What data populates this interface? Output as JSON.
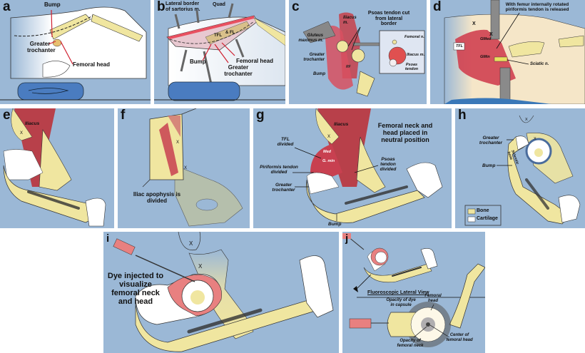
{
  "figure": {
    "colors": {
      "panel_bg": "#9bb8d6",
      "bone": "#f0e6a0",
      "cartilage": "#ffffff",
      "muscle": "#c8404a",
      "dye": "#e88080",
      "label_line": "#d02030",
      "bump_pad": "#4a7cc0"
    },
    "panels": [
      {
        "id": "a",
        "label": "a",
        "annotations": [
          "Bump",
          "Greater trochanter",
          "Femoral head"
        ]
      },
      {
        "id": "b",
        "label": "b",
        "annotations": [
          "Lateral border of sartorius m.",
          "Quad",
          "TFL",
          "& FL",
          "Bump",
          "Femoral head",
          "Greater trochanter"
        ]
      },
      {
        "id": "c",
        "label": "c",
        "annotations": [
          "Psoas tendon cut from lateral border",
          "Iliacus m.",
          "Gluteus maximus m.",
          "Greater trochanter",
          "Bump",
          "RF"
        ],
        "inset": {
          "items": [
            "Femoral n.",
            "Iliacus m.",
            "Psoas tendon"
          ]
        }
      },
      {
        "id": "d",
        "label": "d",
        "annotations": [
          "With femur internally rotated piriformis tendon is released",
          "X",
          "X",
          "GMed",
          "TFL",
          "GMin",
          "Sciatic n."
        ]
      },
      {
        "id": "e",
        "label": "e",
        "annotations": [
          "Iliacus",
          "X"
        ]
      },
      {
        "id": "f",
        "label": "f",
        "annotations": [
          "Iliac apophysis is divided",
          "X",
          "X"
        ]
      },
      {
        "id": "g",
        "label": "g",
        "annotations": [
          "Femoral neck and head placed in neutral position",
          "Iliacus",
          "X",
          "TFL divided",
          "Med",
          "G. min",
          "Piriformis tendon divided",
          "Greater trochanter",
          "Psoas tendon divided",
          "Bump"
        ]
      },
      {
        "id": "h",
        "label": "h",
        "annotations": [
          "Greater trochanter",
          "Bump",
          "Sclerotic bone",
          "X",
          "X"
        ],
        "legend": [
          {
            "label": "Bone",
            "color": "#f0e6a0"
          },
          {
            "label": "Cartilage",
            "color": "#ffffff"
          }
        ]
      },
      {
        "id": "i",
        "label": "i",
        "annotations": [
          "Dye injected to visualize femoral neck and head",
          "X",
          "X"
        ]
      },
      {
        "id": "j",
        "label": "j",
        "annotations": [
          "Fluoroscopic Lateral View",
          "Opacity of dye in capsule",
          "Femoral head",
          "Opacity of femoral neck",
          "Center of femoral head"
        ]
      }
    ]
  }
}
